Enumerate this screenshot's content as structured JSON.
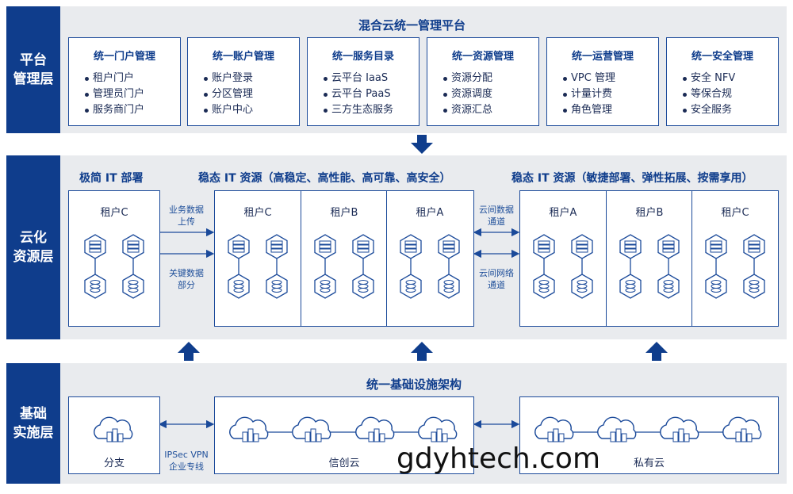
{
  "platform": {
    "side_label": "平台\n管理层",
    "title": "混合云统一管理平台",
    "cards": [
      {
        "title": "统一门户管理",
        "items": [
          "租户门户",
          "管理员门户",
          "服务商门户"
        ]
      },
      {
        "title": "统一账户管理",
        "items": [
          "账户登录",
          "分区管理",
          "账户中心"
        ]
      },
      {
        "title": "统一服务目录",
        "items": [
          "云平台 IaaS",
          "云平台 PaaS",
          "三方生态服务"
        ]
      },
      {
        "title": "统一资源管理",
        "items": [
          "资源分配",
          "资源调度",
          "资源汇总"
        ]
      },
      {
        "title": "统一运营管理",
        "items": [
          "VPC 管理",
          "计量计费",
          "角色管理"
        ]
      },
      {
        "title": "统一安全管理",
        "items": [
          "安全 NFV",
          "等保合规",
          "安全服务"
        ]
      }
    ]
  },
  "resource": {
    "side_label": "云化\n资源层",
    "title_left": "极简 IT 部署",
    "title_mid": "稳态 IT 资源（高稳定、高性能、高可靠、高安全）",
    "title_right": "稳态 IT 资源（敏捷部署、弹性拓展、按需享用）",
    "left_tenant": "租户C",
    "mid_tenants": [
      "租户C",
      "租户B",
      "租户A"
    ],
    "right_tenants": [
      "租户A",
      "租户B",
      "租户C"
    ],
    "note_upload": "业务数据\n上传",
    "note_key": "关键数据\n部分",
    "note_data_channel": "云间数据\n通道",
    "note_net_channel": "云间网络\n通道"
  },
  "infra": {
    "side_label": "基础\n实施层",
    "title": "统一基础设施架构",
    "branch_label": "分支",
    "vpn_note": "IPSec VPN\n企业专线",
    "xinchuang_label": "信创云",
    "private_label": "私有云"
  },
  "watermark": "gdyhtech.com",
  "colors": {
    "primary": "#0f3d8c",
    "band": "#e9ebee",
    "line": "#1b4a9a"
  }
}
